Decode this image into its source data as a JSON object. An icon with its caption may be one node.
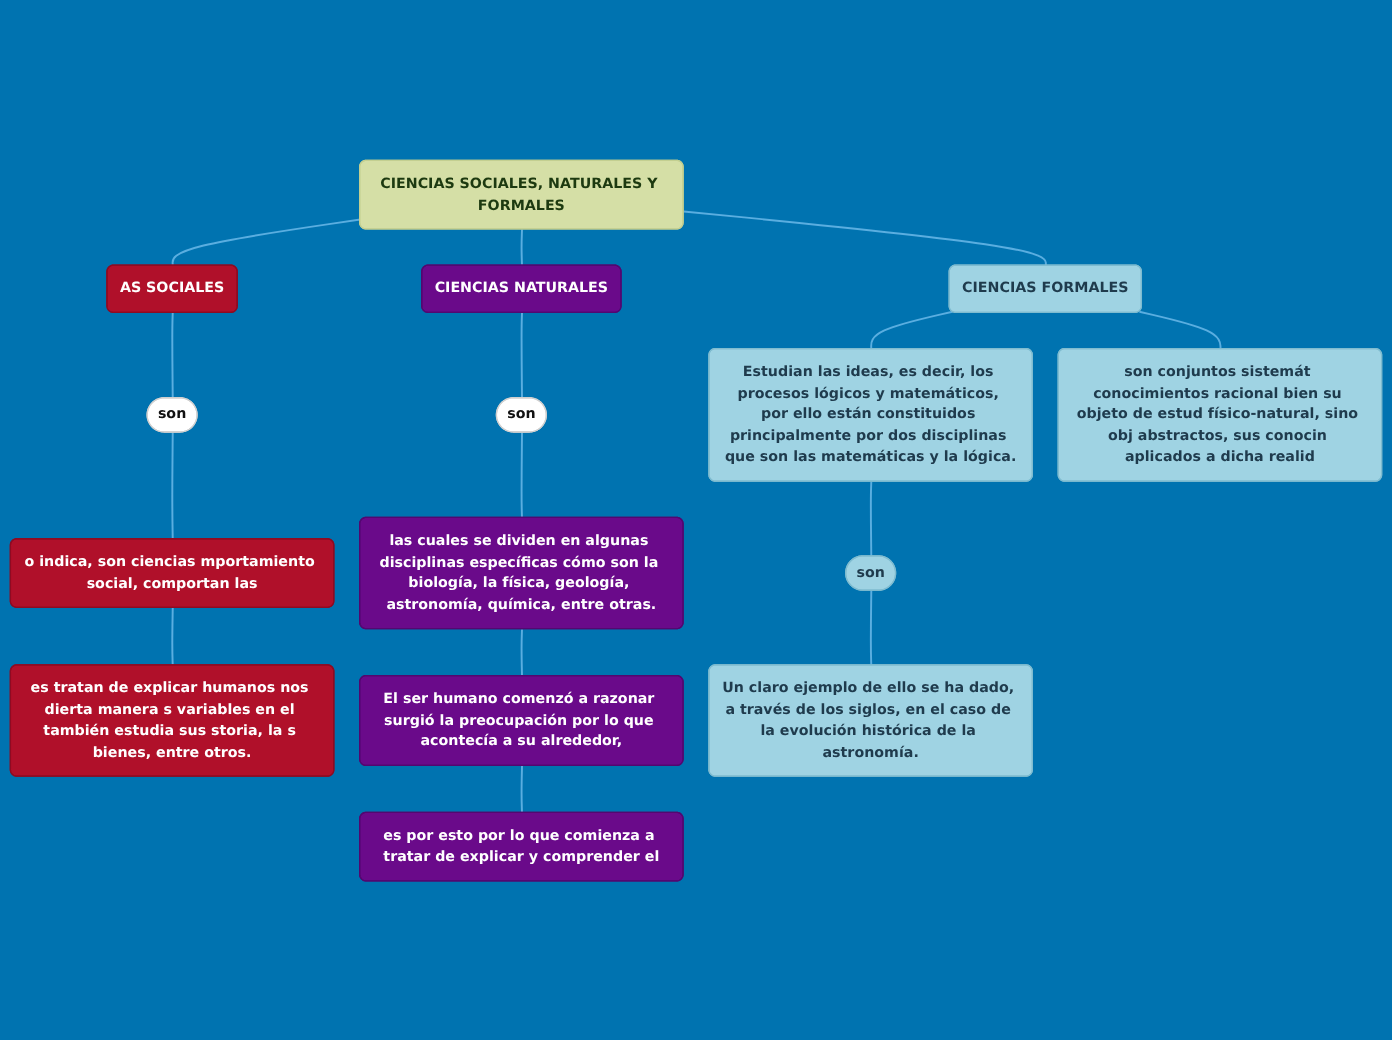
{
  "diagram": {
    "nodes": [
      {
        "text": [
          "CIENCIAS SOCIALES, NATURALES Y FORMALES"
        ]
      },
      {
        "text": [
          "AS SOCIALES"
        ]
      },
      {
        "text": [
          "son"
        ]
      },
      {
        "text": [
          "o indica, son ciencias mportamiento social, comportan las"
        ]
      },
      {
        "text": [
          "es tratan de explicar humanos nos dierta manera s variables en el también estudia sus storia, la s bienes, entre otros."
        ]
      },
      {
        "text": [
          "CIENCIAS NATURALES"
        ]
      },
      {
        "text": [
          "son"
        ]
      },
      {
        "text": [
          "las cuales se dividen en algunas disciplinas específicas cómo son la biología, la física, geología, astronomía, química, entre otras."
        ]
      },
      {
        "text": [
          "El ser humano comenzó a razonar surgió la preocupación por lo que acontecía a su alrededor,"
        ]
      },
      {
        "text": [
          "es por esto por lo que comienza a tratar de explicar y comprender el"
        ]
      },
      {
        "text": [
          "CIENCIAS FORMALES"
        ]
      },
      {
        "text": [
          "Estudian las ideas, es decir, los procesos lógicos y matemáticos, por ello están constituidos principalmente por dos disciplinas que son las matemáticas y la lógica."
        ]
      },
      {
        "text": [
          "son conjuntos sistemát conocimientos racional bien su objeto de estud físico-natural, sino obj abstractos, sus conocin aplicados a dicha realid"
        ]
      },
      {
        "text": [
          "son"
        ]
      },
      {
        "text": [
          "Un claro ejemplo de ello se ha dado, a través de los siglos, en el caso de la evolución histórica de la astronomía."
        ]
      }
    ],
    "edges": [
      {
        "from": 0,
        "to": 1,
        "arrow": "none"
      },
      {
        "from": 0,
        "to": 5,
        "arrow": "none"
      },
      {
        "from": 0,
        "to": 10,
        "arrow": "none"
      },
      {
        "from": 1,
        "to": 2,
        "arrow": "none"
      },
      {
        "from": 2,
        "to": 3,
        "arrow": "none"
      },
      {
        "from": 3,
        "to": 4,
        "arrow": "none"
      },
      {
        "from": 5,
        "to": 6,
        "arrow": "none"
      },
      {
        "from": 6,
        "to": 7,
        "arrow": "none"
      },
      {
        "from": 7,
        "to": 8,
        "arrow": "none"
      },
      {
        "from": 8,
        "to": 9,
        "arrow": "none"
      },
      {
        "from": 10,
        "to": 11,
        "arrow": "none"
      },
      {
        "from": 10,
        "to": 12,
        "arrow": "none"
      },
      {
        "from": 11,
        "to": 13,
        "arrow": "none"
      },
      {
        "from": 13,
        "to": 14,
        "arrow": "none"
      }
    ]
  }
}
